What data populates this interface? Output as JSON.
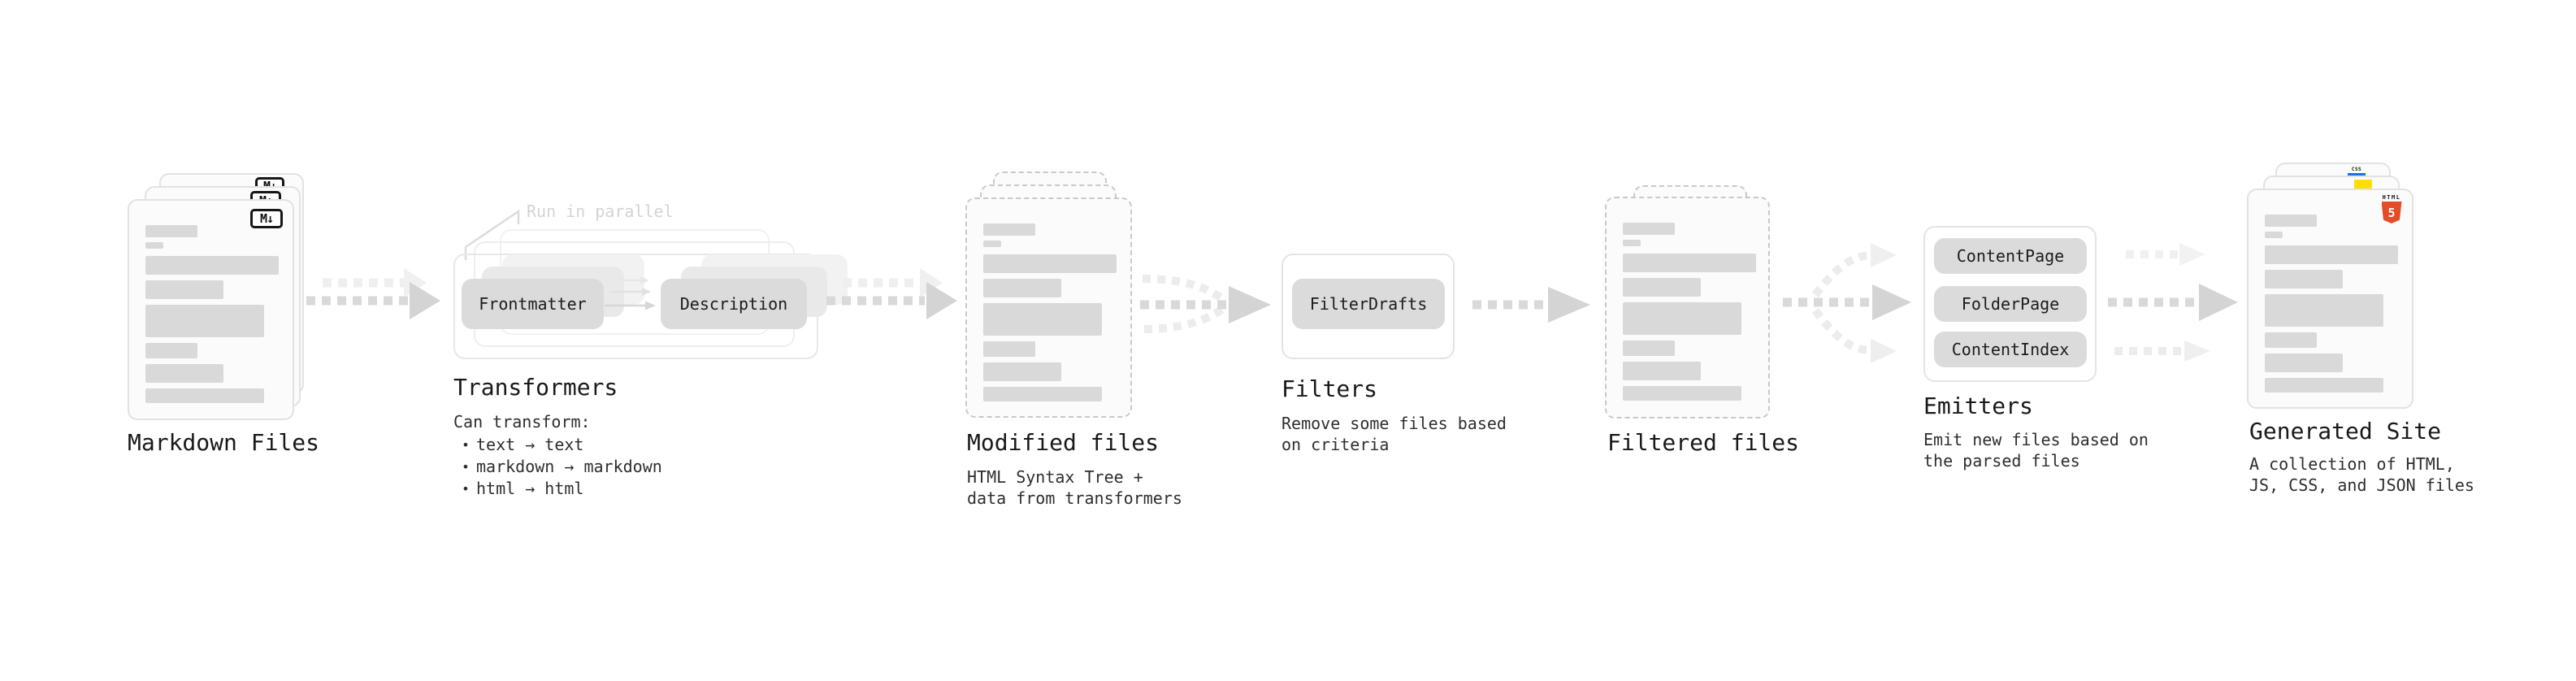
{
  "stages": {
    "markdown": {
      "title": "Markdown Files",
      "badge": "M↓"
    },
    "transformers": {
      "title": "Transformers",
      "note": "Run in parallel",
      "pills": [
        "Frontmatter",
        "Description"
      ],
      "heading": "Can transform:",
      "bullet": "•",
      "bullets": [
        "text → text",
        "markdown → markdown",
        "html → html"
      ]
    },
    "modified": {
      "title": "Modified files",
      "subtitle": [
        "HTML Syntax Tree +",
        "data from transformers"
      ]
    },
    "filters": {
      "title": "Filters",
      "pills": [
        "FilterDrafts"
      ],
      "subtitle": [
        "Remove some files based",
        "on criteria"
      ]
    },
    "filtered": {
      "title": "Filtered files"
    },
    "emitters": {
      "title": "Emitters",
      "pills": [
        "ContentPage",
        "FolderPage",
        "ContentIndex"
      ],
      "subtitle": [
        "Emit new files based on",
        "the parsed files"
      ]
    },
    "generated": {
      "title": "Generated Site",
      "subtitle": [
        "A collection of HTML,",
        "JS, CSS, and JSON files"
      ],
      "badges": {
        "css": "CSS",
        "html_word": "HTML",
        "html_number": "5"
      }
    }
  },
  "colors": {
    "accent_html5": "#e44d26",
    "accent_js": "#ffde00",
    "accent_css": "#1b6ef3",
    "ink": "#1a1a1a",
    "muted_ink": "#2e2e2e",
    "faint": "#d4d4d4"
  }
}
